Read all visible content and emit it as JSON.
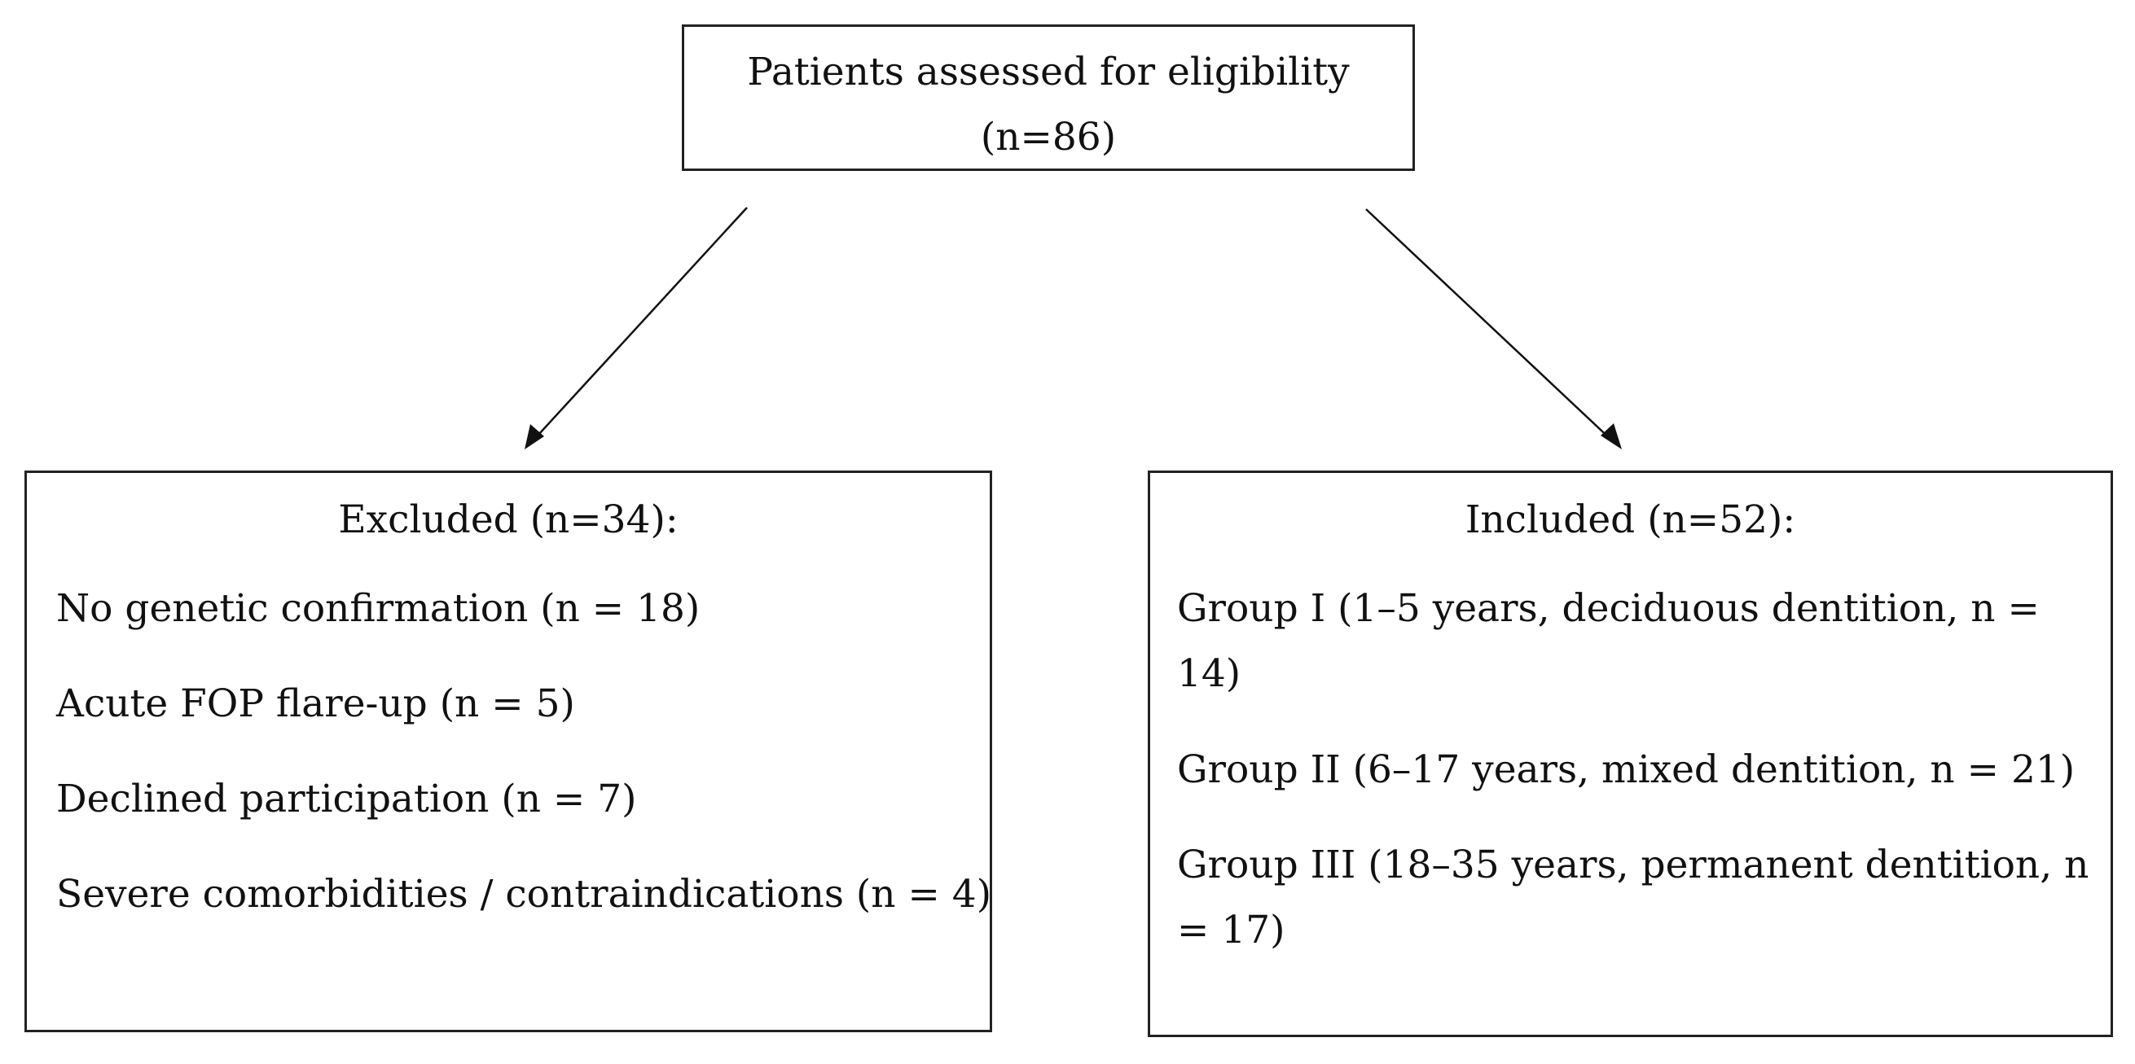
{
  "top": {
    "title": "Patients assessed for eligibility",
    "count": "(n=86)"
  },
  "excluded": {
    "heading": "Excluded (n=34):",
    "items": [
      "No genetic confirmation (n = 18)",
      "Acute FOP flare-up (n = 5)",
      "Declined participation (n = 7)",
      "Severe comorbidities / contraindications (n = 4)"
    ]
  },
  "included": {
    "heading": "Included (n=52):",
    "items": [
      "Group I (1–5 years, deciduous dentition, n =",
      "14)",
      "Group II (6–17 years, mixed dentition, n = 21)",
      " Group III (18–35 years, permanent dentition, n",
      "= 17)"
    ]
  }
}
